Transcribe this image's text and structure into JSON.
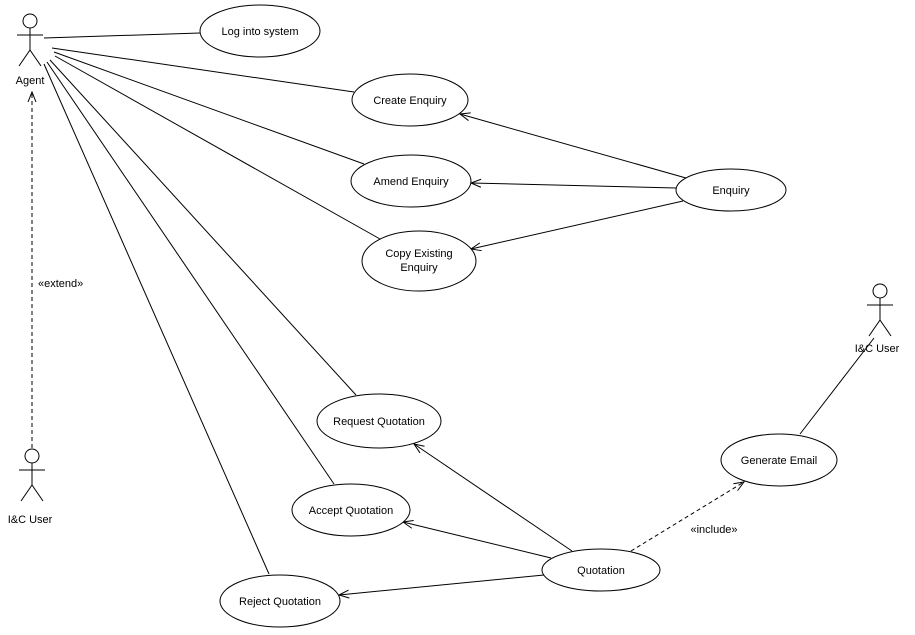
{
  "actors": {
    "agent": {
      "label": "Agent"
    },
    "icUserLeft": {
      "label": "I&C User"
    },
    "icUserRight": {
      "label": "I&C User"
    }
  },
  "usecases": {
    "login": {
      "label": "Log into system"
    },
    "create": {
      "label": "Create Enquiry"
    },
    "amend": {
      "label": "Amend Enquiry"
    },
    "copy": {
      "line1": "Copy Existing",
      "line2": "Enquiry"
    },
    "enquiry": {
      "label": "Enquiry"
    },
    "request": {
      "label": "Request Quotation"
    },
    "accept": {
      "label": "Accept Quotation"
    },
    "reject": {
      "label": "Reject Quotation"
    },
    "quotation": {
      "label": "Quotation"
    },
    "generateEmail": {
      "label": "Generate Email"
    }
  },
  "stereotypes": {
    "extend": "«extend»",
    "include": "«include»"
  },
  "colors": {
    "line": "#000000",
    "fill": "#ffffff",
    "text": "#000000"
  }
}
